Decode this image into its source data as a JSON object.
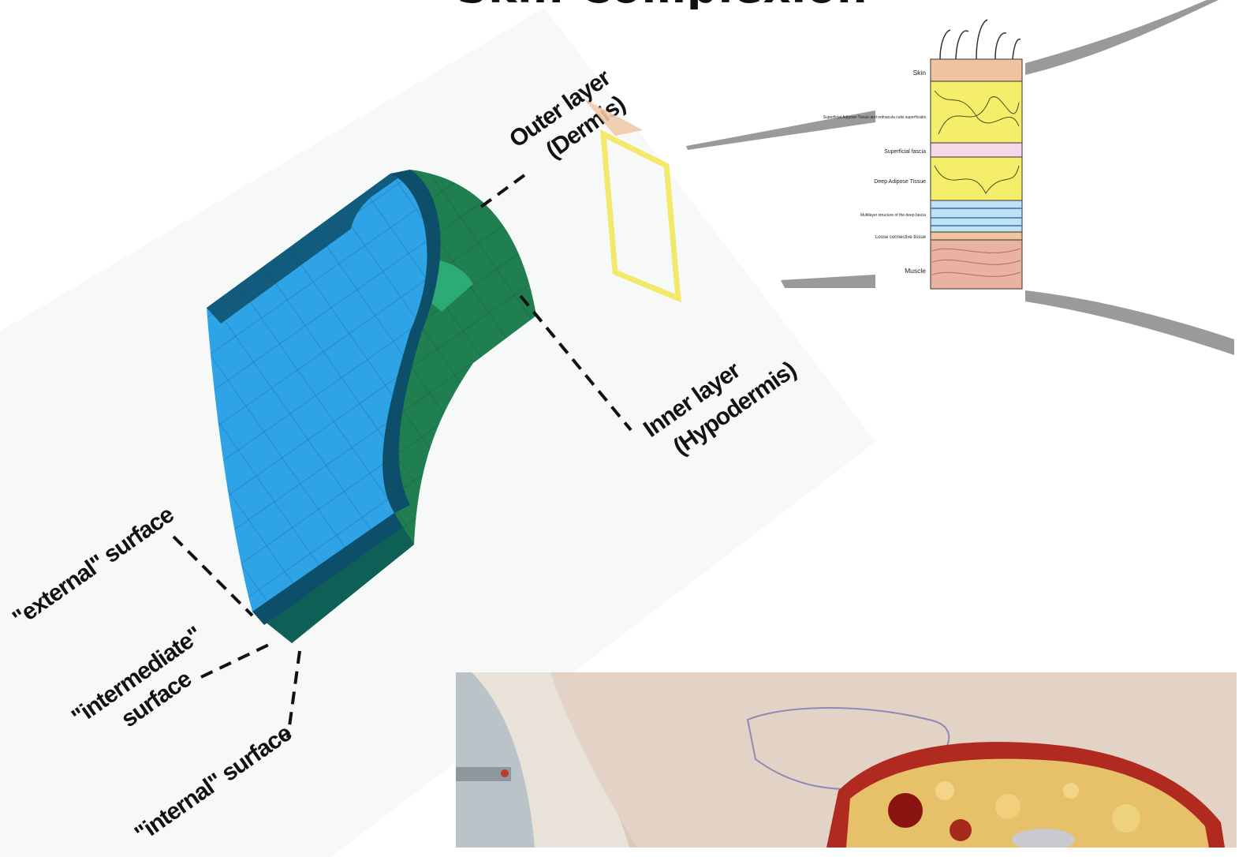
{
  "header": {
    "title": "Skin Complexion"
  },
  "model_diagram": {
    "outer_layer_label_line1": "Outer layer",
    "outer_layer_label_line2": "(Dermis)",
    "inner_layer_label_line1": "Inner layer",
    "inner_layer_label_line2": "(Hypodermis)",
    "external_surface_label": "\"external\" surface",
    "intermediate_surface_label_line1": "\"intermediate\"",
    "intermediate_surface_label_line2": "surface",
    "internal_surface_label": "\"internal\" surface",
    "colors": {
      "outer_layer": "#2ea3e6",
      "inner_layer": "#1f7f50",
      "edge_dark": "#0d4f6a"
    }
  },
  "cross_section": {
    "layers": [
      {
        "label": "Skin",
        "color": "#f2c39f"
      },
      {
        "label": "Superficial Adipose Tissue and retinacula cutis superficialis",
        "color": "#f4ee6a"
      },
      {
        "label": "Superficial fascia",
        "color": "#f6d8ea"
      },
      {
        "label": "Deep Adipose Tissue",
        "color": "#f4ee6a"
      },
      {
        "label": "Multilayer structure of the deep fascia",
        "color": "#bfe3f4"
      },
      {
        "label": "Loose connective tissue",
        "color": "#f2c39f"
      },
      {
        "label": "Muscle",
        "color": "#eab2a0"
      }
    ]
  },
  "photo": {
    "icon": "surgical-photo"
  }
}
